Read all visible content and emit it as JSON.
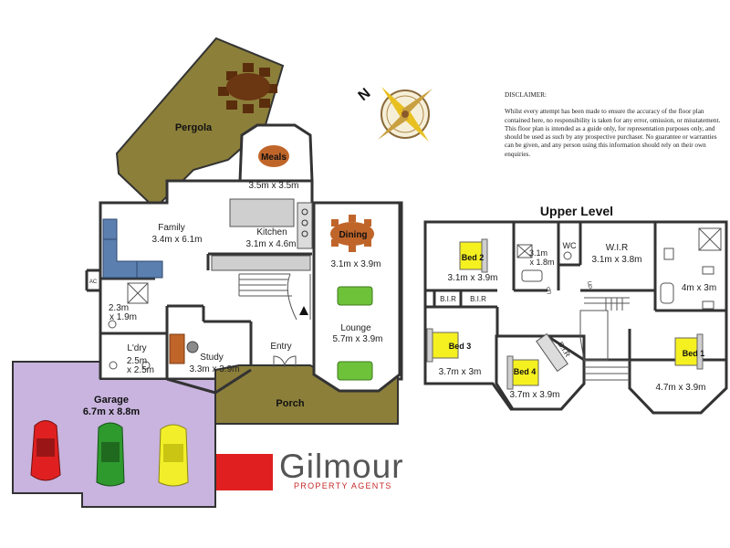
{
  "ground": {
    "pergola": "Pergola",
    "meals": "Meals",
    "meals_size": "3.5m x 3.5m",
    "family": "Family",
    "family_size": "3.4m x 6.1m",
    "kitchen": "Kitchen",
    "kitchen_size": "3.1m x 4.6m",
    "dining": "Dining",
    "dining_size": "3.1m x 3.9m",
    "ac": "AC",
    "bath_size_1": "2.3m",
    "bath_size_2": "x 1.9m",
    "ldry": "L'dry",
    "ldry_size_1": "2.5m",
    "ldry_size_2": "x 2.5m",
    "study": "Study",
    "study_size": "3.3m x 3.9m",
    "entry": "Entry",
    "lounge": "Lounge",
    "lounge_size": "5.7m x 3.9m",
    "porch": "Porch",
    "garage": "Garage",
    "garage_size": "6.7m x 8.8m"
  },
  "upper": {
    "title": "Upper Level",
    "bed2": "Bed 2",
    "bed2_size": "3.1m x 3.9m",
    "ens_size_1": "3.1m",
    "ens_size_2": "x 1.8m",
    "wc": "WC",
    "wir": "W.I.R",
    "wir_size": "3.1m x 3.8m",
    "bath_size": "4m x 3m",
    "bir1": "B.I.R",
    "bir2": "B.I.R",
    "bir3": "B.I.R",
    "bed3": "Bed 3",
    "bed3_size": "3.7m x 3m",
    "bed4": "Bed 4",
    "bed4_size": "3.7m x 3.9m",
    "bed1": "Bed 1",
    "bed1_size": "4.7m x 3.9m",
    "up1": "UP",
    "up2": "UP"
  },
  "compass": {
    "north": "N"
  },
  "disclaimer": {
    "heading": "DISCLAIMER:",
    "body": "Whilst every attempt has been made to ensure the accuracy of the floor plan contained here, no responsibility is taken for any error, omission, or misstatement. This floor plan is intended as a guide only, for representation purposes only, and should be used as such by any prospective purchaser. No guarantee or warranties can be given, and any person using this information should rely on their own enquiries."
  },
  "brand": {
    "name": "Gilmour",
    "tagline": "PROPERTY AGENTS",
    "logo_color": "#e02020"
  },
  "colors": {
    "pergola": "#8c7f3a",
    "garage": "#c8b4de",
    "porch": "#8c7f3a",
    "bed_highlight": "#f5f020",
    "furniture_brown": "#c0652a",
    "sofa_blue": "#5b7fae",
    "chair_green": "#6ec23a"
  }
}
